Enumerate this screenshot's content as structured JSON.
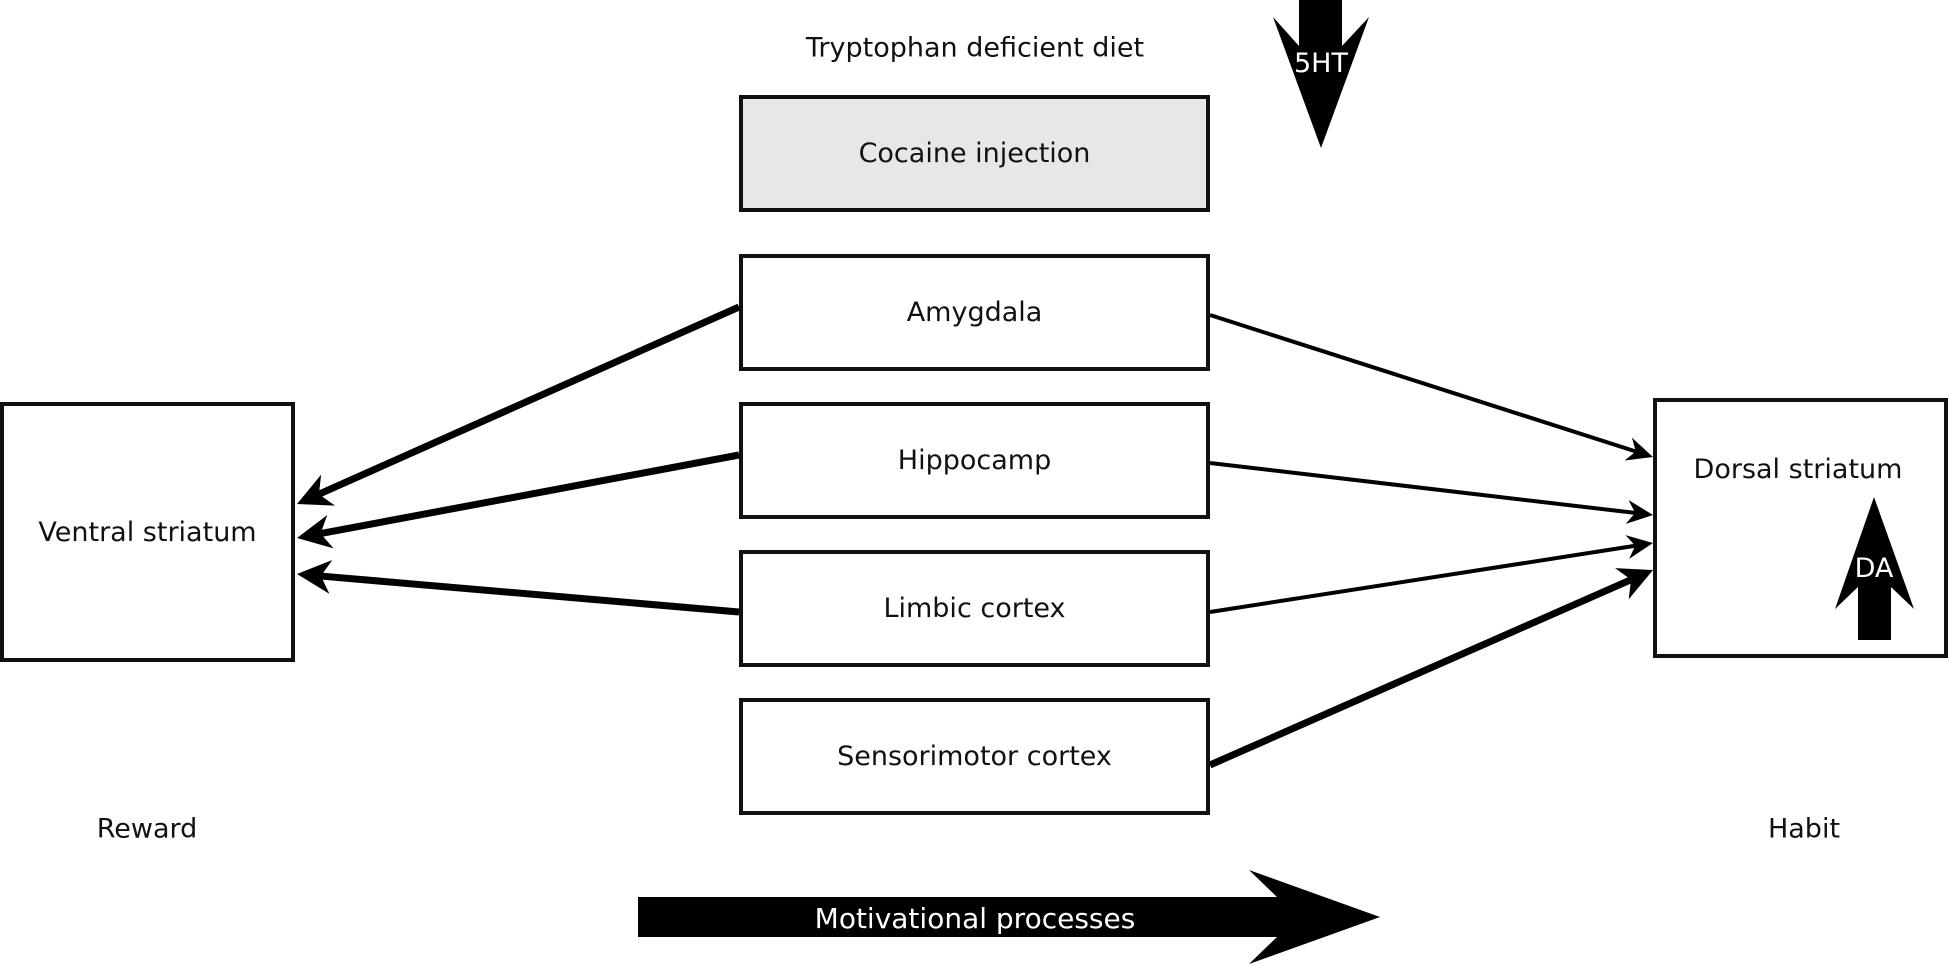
{
  "title": "Tryptophan deficient diet",
  "nodes": {
    "cocaine": "Cocaine injection",
    "amygdala": "Amygdala",
    "hippocamp": "Hippocamp",
    "limbic": "Limbic cortex",
    "sensorimotor": "Sensorimotor cortex",
    "ventral": "Ventral striatum",
    "dorsal": "Dorsal striatum"
  },
  "labels": {
    "reward": "Reward",
    "habit": "Habit",
    "motivational": "Motivational processes",
    "serotonin": "5HT",
    "dopamine": "DA"
  },
  "indicators": {
    "serotonin_direction": "down",
    "dopamine_direction": "up"
  },
  "edges": [
    {
      "from": "amygdala",
      "to": "ventral",
      "weight": "thick"
    },
    {
      "from": "hippocamp",
      "to": "ventral",
      "weight": "thick"
    },
    {
      "from": "limbic",
      "to": "ventral",
      "weight": "thick"
    },
    {
      "from": "amygdala",
      "to": "dorsal",
      "weight": "thin"
    },
    {
      "from": "hippocamp",
      "to": "dorsal",
      "weight": "thin"
    },
    {
      "from": "limbic",
      "to": "dorsal",
      "weight": "thin"
    },
    {
      "from": "sensorimotor",
      "to": "dorsal",
      "weight": "thick"
    }
  ],
  "colors": {
    "shaded_box": "#e6e7e8",
    "ink": "#111111"
  }
}
